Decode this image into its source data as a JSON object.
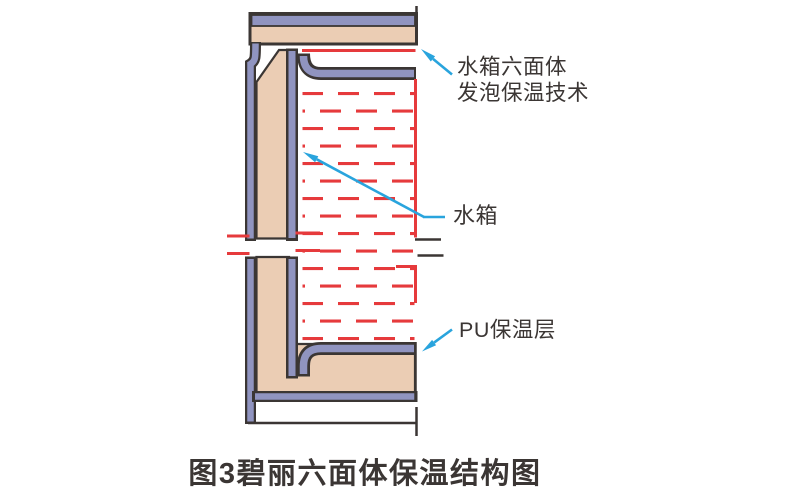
{
  "diagram": {
    "caption": "图3碧丽六面体保温结构图",
    "callouts": [
      {
        "id": "foam-tech",
        "lines": [
          "水箱六面体",
          "发泡保温技术"
        ]
      },
      {
        "id": "tank",
        "lines": [
          "水箱"
        ]
      },
      {
        "id": "pu-layer",
        "lines": [
          "PU保温层"
        ]
      }
    ],
    "icons": {
      "leader_arrowhead": "filled-triangle-pointing-at-part"
    },
    "colors": {
      "outline": "#3B3634",
      "steel_cladding": "#9094C0",
      "foam_insulation": "#EBCDB4",
      "water_red": "#E63A3C",
      "leader_cyan": "#29A4DD",
      "text_color": "#3B3634",
      "background": "#FFFFFF"
    }
  }
}
